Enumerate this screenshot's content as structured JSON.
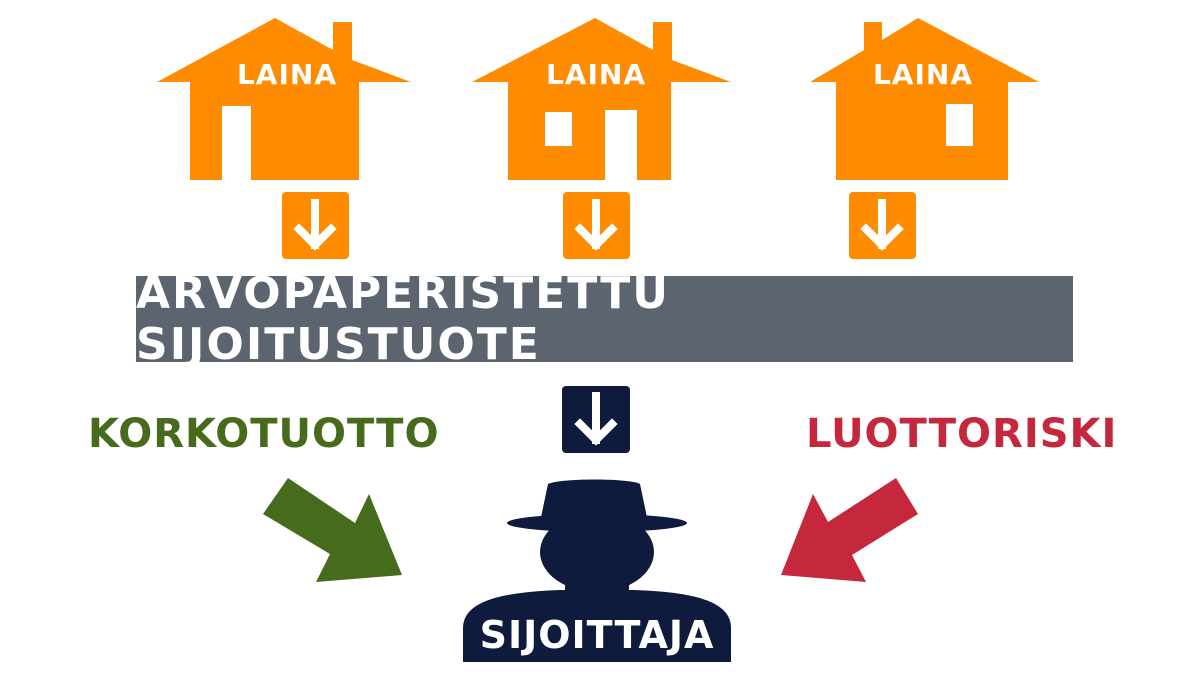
{
  "colors": {
    "house": "#ff8c00",
    "banner": "#5c6470",
    "investor": "#0f1b3d",
    "positive": "#466b1c",
    "negative": "#c5283d",
    "arrow_box_top": "#ff8c00",
    "arrow_box_bottom": "#0f1b3d"
  },
  "icons": {
    "house": "house-icon",
    "down_arrow": "down-arrow-icon",
    "investor": "person-with-hat-icon",
    "diagonal_arrow": "diagonal-arrow-icon"
  },
  "houses": [
    {
      "label": "LAINA"
    },
    {
      "label": "LAINA"
    },
    {
      "label": "LAINA"
    }
  ],
  "product": {
    "label": "ARVOPAPERISTETTU SIJOITUSTUOTE"
  },
  "interest": {
    "label": "KORKOTUOTTO"
  },
  "credit_risk": {
    "label": "LUOTTORISKI"
  },
  "investor": {
    "label": "SIJOITTAJA"
  }
}
